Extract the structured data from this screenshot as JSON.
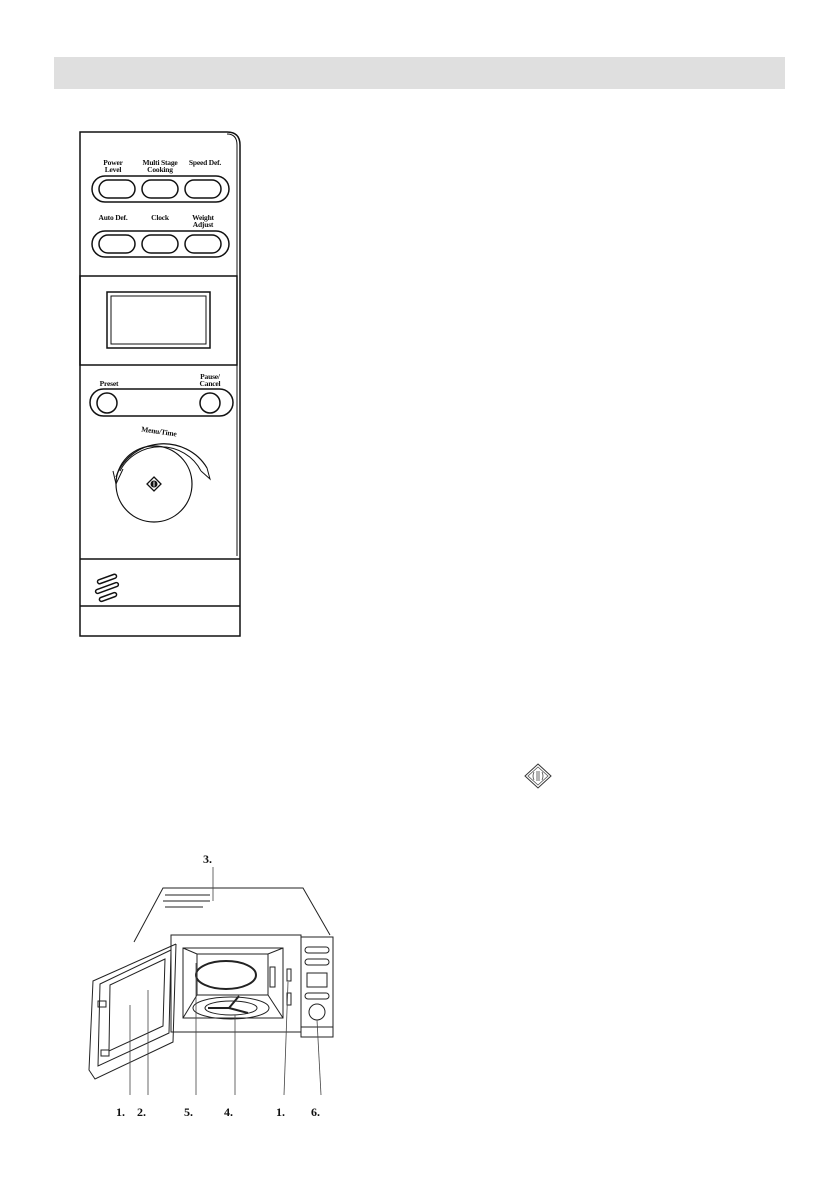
{
  "header": {
    "title": ""
  },
  "control_panel": {
    "button_rows": [
      {
        "buttons": [
          {
            "label_line1": "Power",
            "label_line2": "Level"
          },
          {
            "label_line1": "Multi Stage",
            "label_line2": "Cooking"
          },
          {
            "label_line1": "",
            "label_line2": "Speed Def."
          }
        ]
      },
      {
        "buttons": [
          {
            "label_line1": "",
            "label_line2": "Auto Def."
          },
          {
            "label_line1": "",
            "label_line2": "Clock"
          },
          {
            "label_line1": "Weight",
            "label_line2": "Adjust"
          }
        ]
      }
    ],
    "display": {
      "value": ""
    },
    "preset_label": "Preset",
    "pause_cancel_label_line1": "Pause/",
    "pause_cancel_label_line2": "Cancel",
    "dial_label": "Menu/Time",
    "icons": {
      "dial_center": "start-diamond-icon",
      "door_release": "door-release-icon"
    }
  },
  "inline_icon": {
    "name": "start-diamond-icon"
  },
  "illustration": {
    "callouts": [
      {
        "id": "top",
        "label": "3."
      },
      {
        "id": "b1",
        "label": "1."
      },
      {
        "id": "b2",
        "label": "2."
      },
      {
        "id": "b5",
        "label": "5."
      },
      {
        "id": "b4",
        "label": "4."
      },
      {
        "id": "b1b",
        "label": "1."
      },
      {
        "id": "b6",
        "label": "6."
      }
    ]
  },
  "colors": {
    "header_bar": "#dfdfdf",
    "line": "#111111",
    "background": "#ffffff"
  }
}
